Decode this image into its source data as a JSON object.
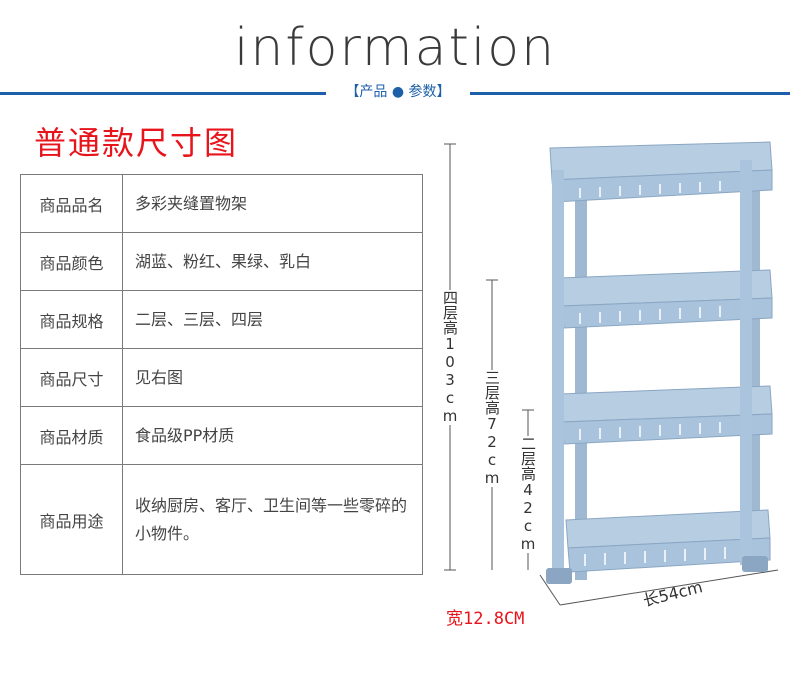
{
  "header": {
    "title": "information",
    "subtitle": "【产品 ● 参数】"
  },
  "section_title": "普通款尺寸图",
  "spec_rows": [
    {
      "key": "商品品名",
      "value": "多彩夹缝置物架"
    },
    {
      "key": "商品颜色",
      "value": "湖蓝、粉红、果绿、乳白"
    },
    {
      "key": "商品规格",
      "value": "二层、三层、四层"
    },
    {
      "key": "商品尺寸",
      "value": "见右图"
    },
    {
      "key": "商品材质",
      "value": "食品级PP材质"
    },
    {
      "key": "商品用途",
      "value": "收纳厨房、客厅、卫生间等一些零碎的小物件。"
    }
  ],
  "dimensions": {
    "four_layer_height": "四层高103cm",
    "three_layer_height": "三层高72cm",
    "two_layer_height": "二层高42cm",
    "width": "宽12.8CM",
    "length": "长54cm"
  },
  "colors": {
    "accent_blue": "#1d5fa8",
    "title_red": "#e8141b",
    "shelf_blue": "#a9c3dc"
  }
}
